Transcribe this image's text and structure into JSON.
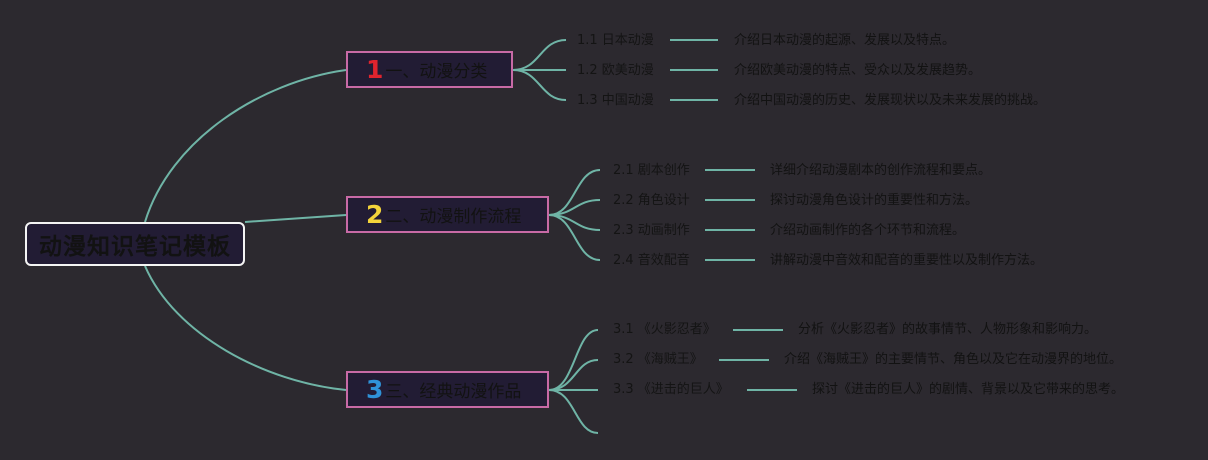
{
  "root": {
    "title": "动漫知识笔记模板"
  },
  "colors": {
    "background": "#2c292f",
    "connector": "#6fb4a6",
    "branch_border": "#c86aa6",
    "node_fill": "#221c34",
    "root_border": "#f4f4f4"
  },
  "branches": [
    {
      "number": "1",
      "number_color": "#e0242e",
      "label": "一、动漫分类",
      "items": [
        {
          "label": "1.1 日本动漫",
          "desc": "介绍日本动漫的起源、发展以及特点。"
        },
        {
          "label": "1.2 欧美动漫",
          "desc": "介绍欧美动漫的特点、受众以及发展趋势。"
        },
        {
          "label": "1.3 中国动漫",
          "desc": "介绍中国动漫的历史、发展现状以及未来发展的挑战。"
        }
      ]
    },
    {
      "number": "2",
      "number_color": "#f3d33a",
      "label": "二、动漫制作流程",
      "items": [
        {
          "label": "2.1 剧本创作",
          "desc": "详细介绍动漫剧本的创作流程和要点。"
        },
        {
          "label": "2.2 角色设计",
          "desc": "探讨动漫角色设计的重要性和方法。"
        },
        {
          "label": "2.3 动画制作",
          "desc": "介绍动画制作的各个环节和流程。"
        },
        {
          "label": "2.4 音效配音",
          "desc": "讲解动漫中音效和配音的重要性以及制作方法。"
        }
      ]
    },
    {
      "number": "3",
      "number_color": "#2f92d8",
      "label": "三、经典动漫作品",
      "items": [
        {
          "label": "3.1 《火影忍者》",
          "desc": "分析《火影忍者》的故事情节、人物形象和影响力。"
        },
        {
          "label": "3.2 《海贼王》",
          "desc": "介绍《海贼王》的主要情节、角色以及它在动漫界的地位。"
        },
        {
          "label": "3.3 《进击的巨人》",
          "desc": "探讨《进击的巨人》的剧情、背景以及它带来的思考。"
        }
      ]
    }
  ]
}
